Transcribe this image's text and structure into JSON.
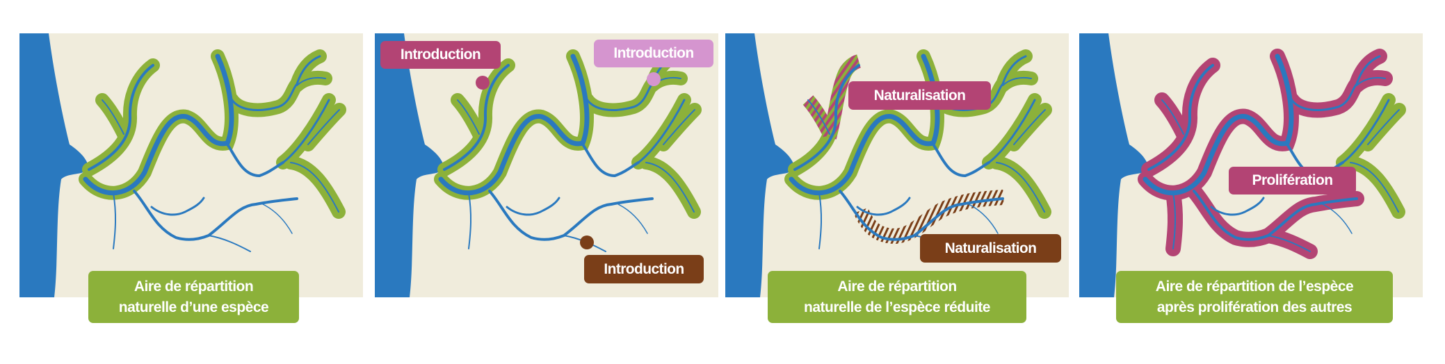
{
  "colors": {
    "background": "#f0ecdc",
    "water": "#2a79bf",
    "native_habitat": "#8cb13a",
    "species_magenta": "#b34474",
    "species_pink": "#d595cf",
    "species_brown": "#7a3e18"
  },
  "panels": [
    {
      "caption": [
        "Aire de répartition",
        "naturelle d’une espèce"
      ]
    },
    {
      "labels": [
        "Introduction",
        "Introduction",
        "Introduction"
      ]
    },
    {
      "labels": [
        "Naturalisation",
        "Naturalisation"
      ],
      "caption": [
        "Aire de répartition",
        "naturelle de l’espèce réduite"
      ]
    },
    {
      "labels": [
        "Prolifération"
      ],
      "caption": [
        "Aire de répartition de l’espèce",
        "après prolifération des autres"
      ]
    }
  ]
}
